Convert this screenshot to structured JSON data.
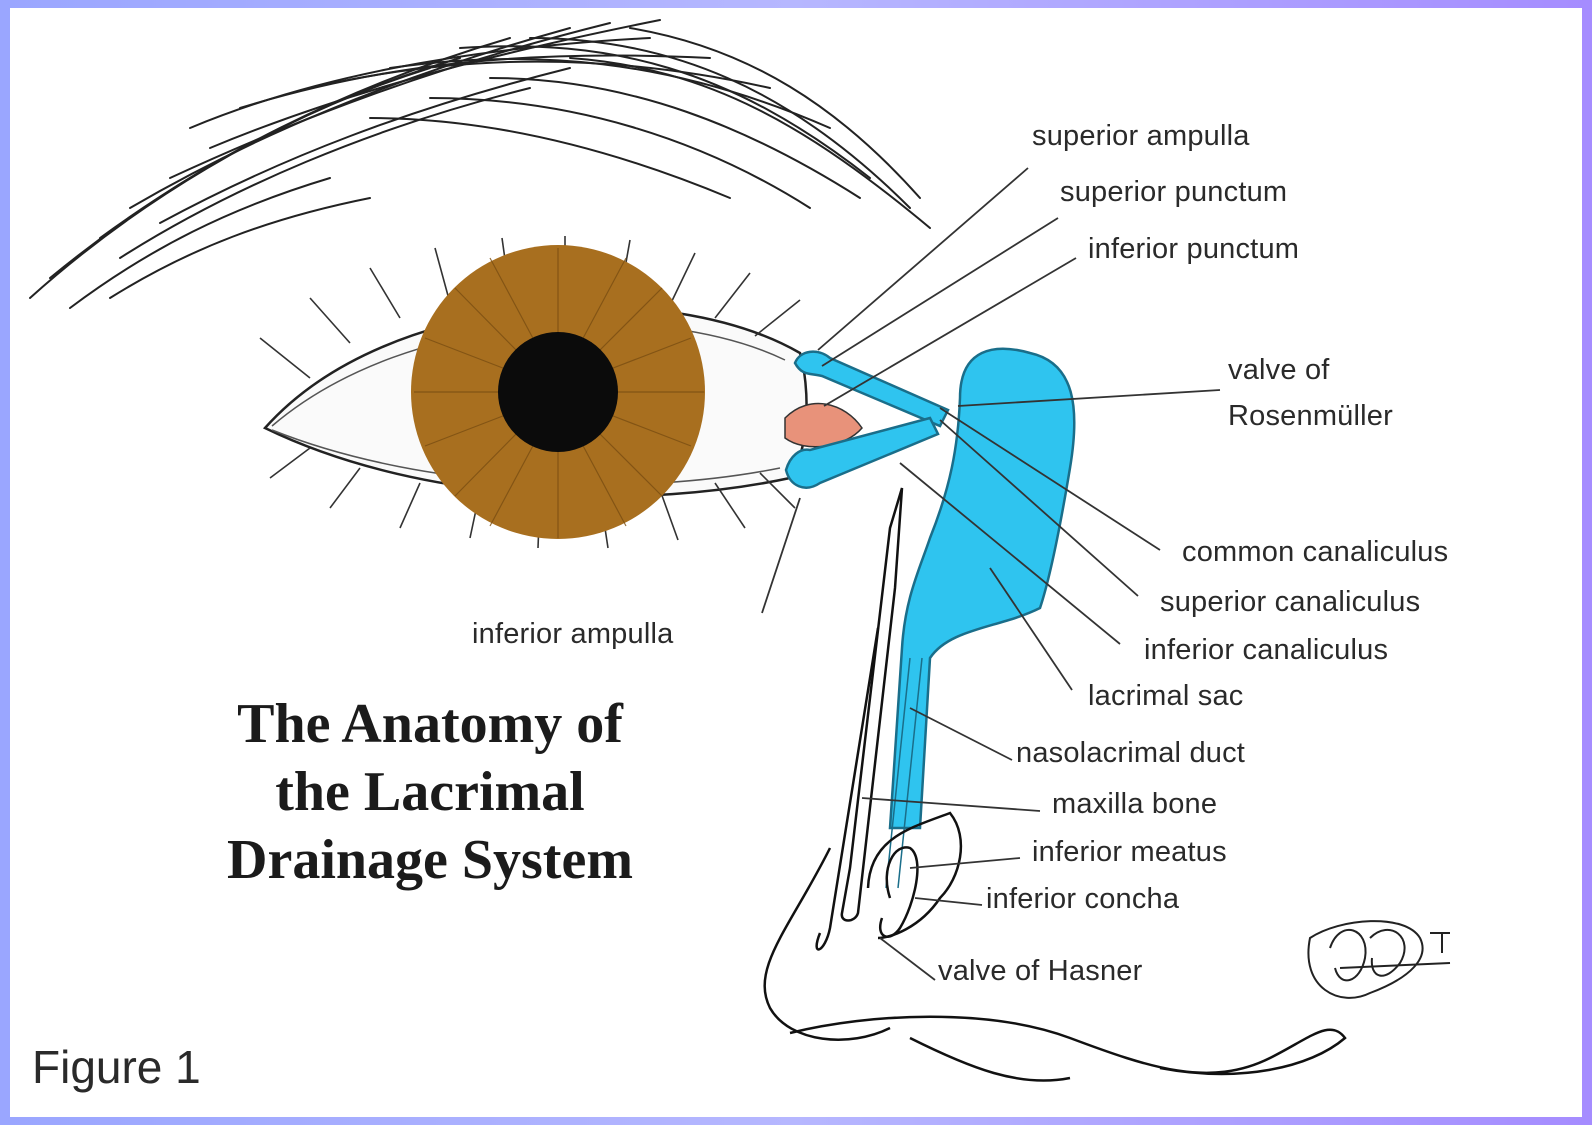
{
  "title_lines": [
    "The Anatomy of",
    "the Lacrimal",
    "Drainage System"
  ],
  "figure_label": "Figure 1",
  "labels": {
    "superior_ampulla": "superior ampulla",
    "superior_punctum": "superior punctum",
    "inferior_punctum": "inferior punctum",
    "valve_rosenmuller_1": "valve of",
    "valve_rosenmuller_2": "Rosenmüller",
    "common_canaliculus": "common canaliculus",
    "superior_canaliculus": "superior canaliculus",
    "inferior_canaliculus": "inferior canaliculus",
    "lacrimal_sac": "lacrimal sac",
    "nasolacrimal_duct": "nasolacrimal duct",
    "maxilla_bone": "maxilla bone",
    "inferior_meatus": "inferior meatus",
    "inferior_concha": "inferior concha",
    "valve_hasner": "valve of Hasner",
    "inferior_ampulla": "inferior ampulla"
  },
  "colors": {
    "drainage": "#2fc4ef",
    "iris": "#a86f1f",
    "pupil": "#0b0b0b",
    "caruncle": "#e8927a"
  }
}
